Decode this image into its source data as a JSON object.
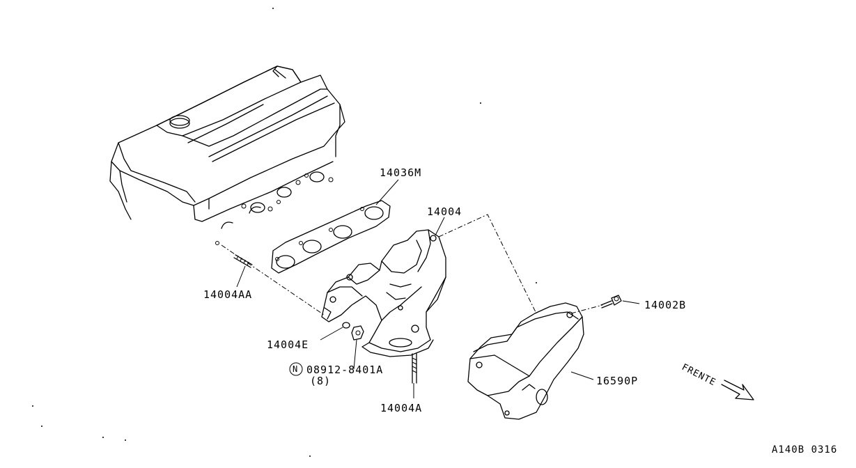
{
  "parts": {
    "valve_cover_gasket": "14036M",
    "manifold": "14004",
    "stud_aa": "14004AA",
    "heat_shield_bolt": "14002B",
    "washer": "14004E",
    "nut_symbol": "N",
    "nut": "08912-8401A",
    "nut_qty": "(8)",
    "stud_a": "14004A",
    "heat_shield": "16590P"
  },
  "direction_label": "FRENTE",
  "figure_code": "A140B 0316"
}
